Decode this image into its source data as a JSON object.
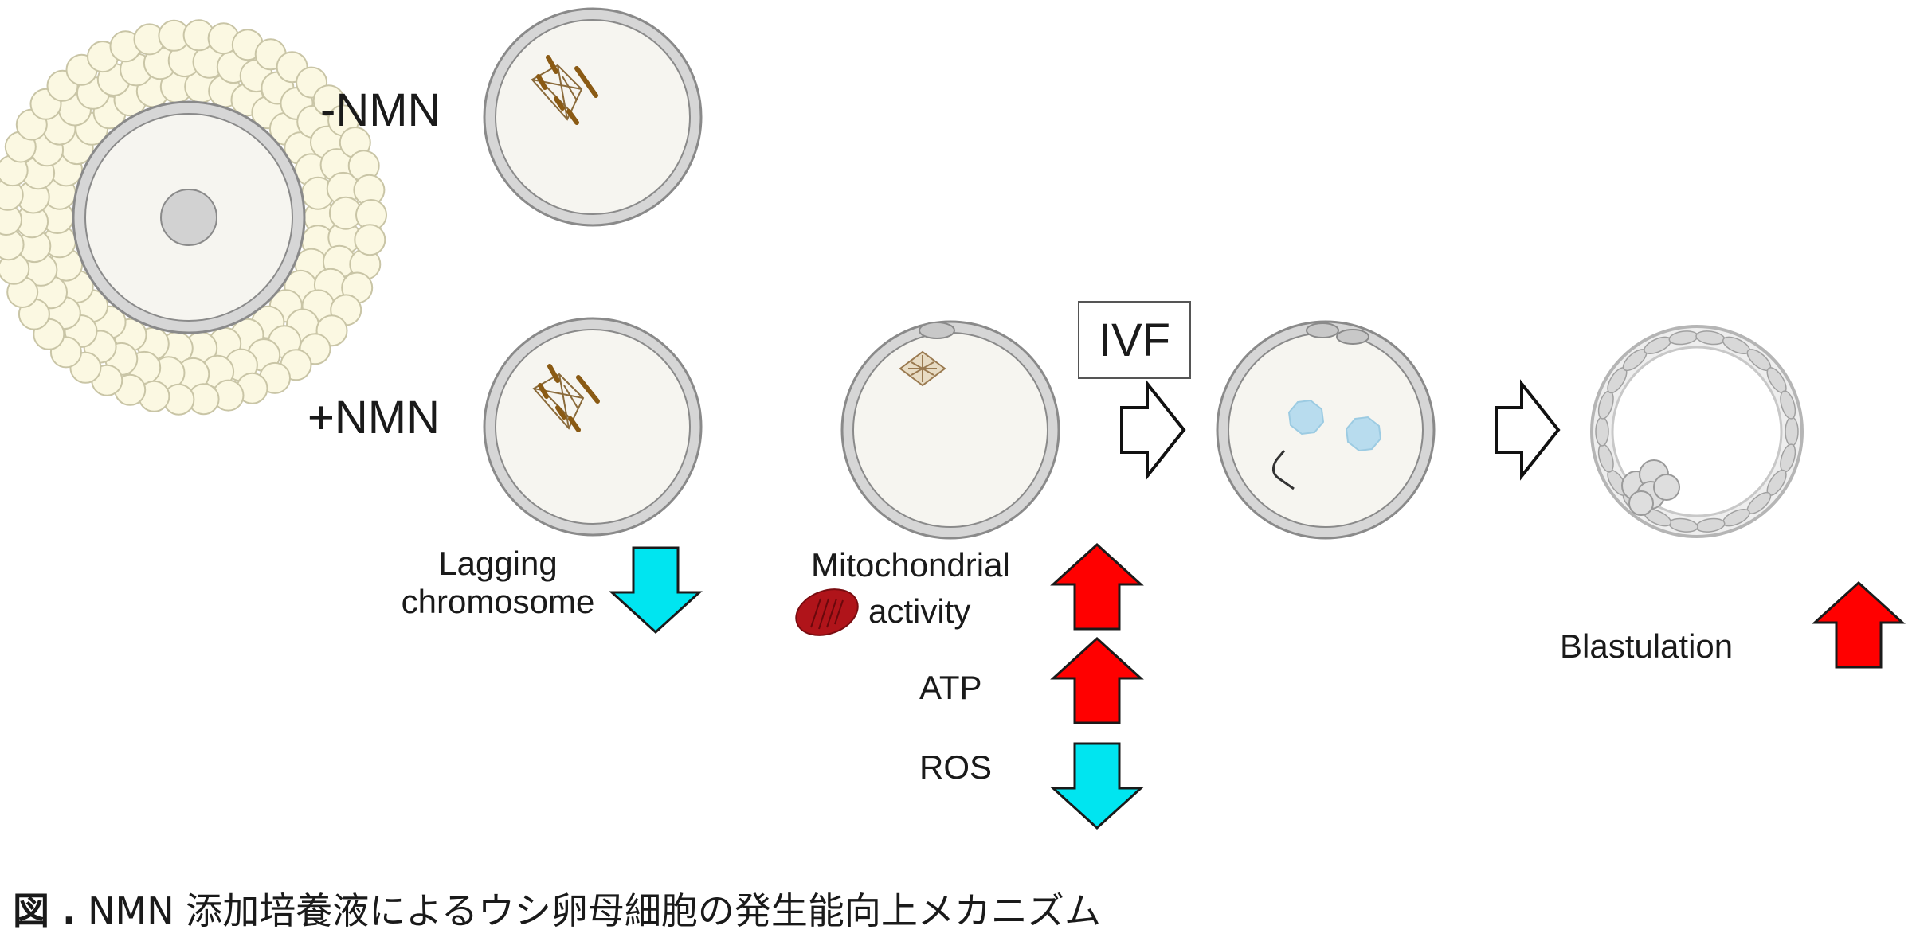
{
  "labels": {
    "minus_nmn": "-NMN",
    "plus_nmn": "+NMN",
    "ivf": "IVF",
    "lagging_line1": "Lagging",
    "lagging_line2": "chromosome",
    "mito_line1": "Mitochondrial",
    "mito_line2": "activity",
    "atp": "ATP",
    "ros": "ROS",
    "blastulation": "Blastulation"
  },
  "caption": {
    "prefix": "図 .",
    "text": "NMN 添加培養液によるウシ卵母細胞の発生能向上メカニズム"
  },
  "colors": {
    "up_arrow": "#ff0000",
    "down_arrow": "#00e5f0",
    "cumulus_cell": "#fbf8e2",
    "oocyte_shell": "#d6d6d6",
    "oocyte_inner": "#f6f5f0",
    "mitochondrion": "#b0141a"
  },
  "effects": {
    "lagging_chromosome": "down",
    "mitochondrial_activity": "up",
    "atp": "up",
    "ros": "down",
    "blastulation": "up"
  }
}
